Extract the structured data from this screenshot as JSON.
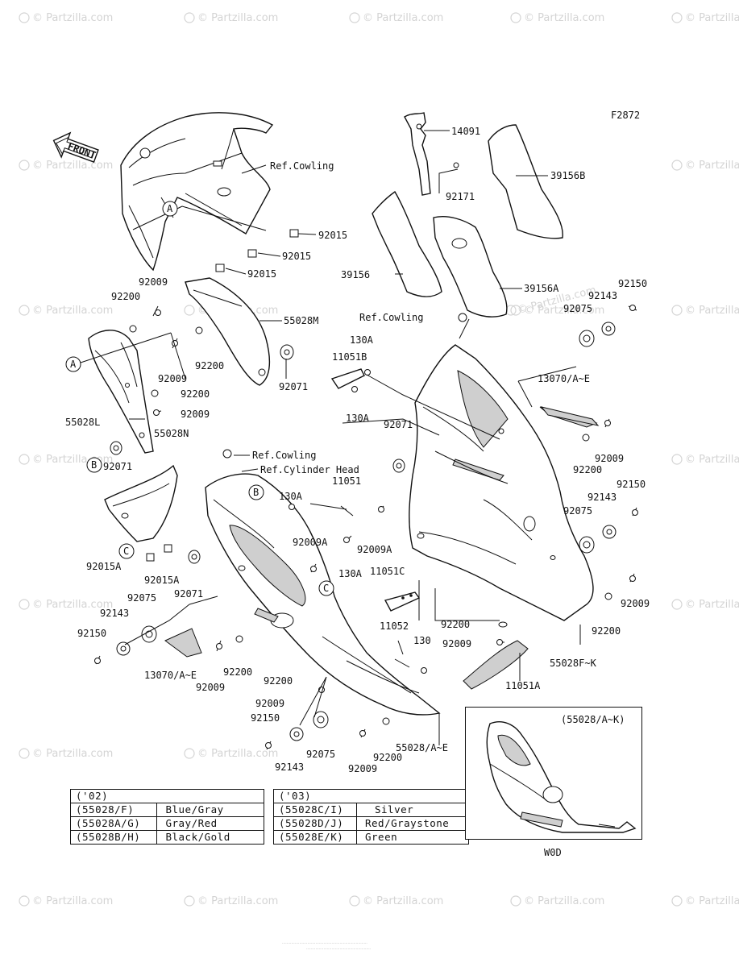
{
  "diagram_id": "F2872",
  "front_label": "FRONT",
  "watermark": "© Partzilla.com",
  "callouts": {
    "a": "A",
    "b": "B",
    "c": "C"
  },
  "labels": {
    "ref_cowling": "Ref.Cowling",
    "ref_cylinder_head": "Ref.Cylinder Head",
    "p14091": "14091",
    "p92171": "92171",
    "p39156B": "39156B",
    "p39156": "39156",
    "p39156A": "39156A",
    "p92015": "92015",
    "p92009": "92009",
    "p92200": "92200",
    "p55028M": "55028M",
    "p92071": "92071",
    "p55028L": "55028L",
    "p55028N": "55028N",
    "p92150": "92150",
    "p92143": "92143",
    "p92075": "92075",
    "p13070": "13070/A~E",
    "p130A": "130A",
    "p11051B": "11051B",
    "p11051": "11051",
    "p92009A": "92009A",
    "p92015A": "92015A",
    "p11051C": "11051C",
    "p11052": "11052",
    "p130": "130",
    "p55028FK": "55028F~K",
    "p11051A": "11051A",
    "p55028AE": "55028/A~E"
  },
  "table_02": {
    "header": "('02)",
    "rows": [
      [
        "(55028/F)",
        "Blue/Gray"
      ],
      [
        "(55028A/G)",
        "Gray/Red"
      ],
      [
        "(55028B/H)",
        "Black/Gold"
      ]
    ]
  },
  "table_03": {
    "header": "('03)",
    "rows": [
      [
        "(55028C/I)",
        "Silver"
      ],
      [
        "(55028D/J)",
        "Red/Graystone"
      ],
      [
        "(55028E/K)",
        "Green"
      ]
    ]
  },
  "inset": {
    "label": "(55028/A~K)",
    "caption": "W0D"
  }
}
